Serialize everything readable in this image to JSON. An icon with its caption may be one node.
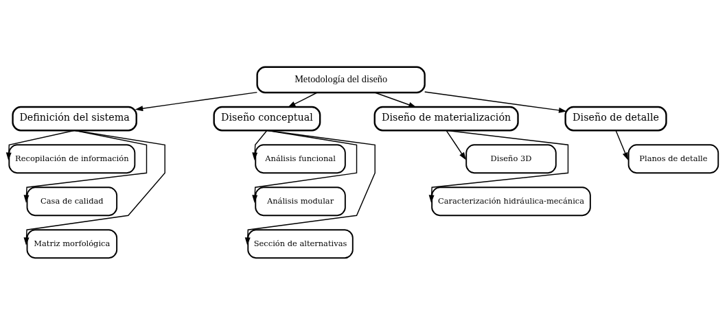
{
  "diagram": {
    "nodes": [
      {
        "text": [
          "Metodología del diseño"
        ]
      },
      {
        "text": [
          "Definición del sistema"
        ]
      },
      {
        "text": [
          "Diseño conceptual"
        ]
      },
      {
        "text": [
          "Diseño de materialización"
        ]
      },
      {
        "text": [
          "Diseño de detalle"
        ]
      },
      {
        "text": [
          "Recopilación de información"
        ]
      },
      {
        "text": [
          "Casa de calidad"
        ]
      },
      {
        "text": [
          "Matriz morfológica"
        ]
      },
      {
        "text": [
          "Análisis funcional"
        ]
      },
      {
        "text": [
          "Análisis modular"
        ]
      },
      {
        "text": [
          "Sección de alternativas"
        ]
      },
      {
        "text": [
          "Diseño 3D"
        ]
      },
      {
        "text": [
          "Caracterización hidráulica-mecánica"
        ]
      },
      {
        "text": [
          "Planos de detalle"
        ]
      }
    ],
    "edges": [
      {
        "from": 0,
        "to": 1,
        "arrow": "to"
      },
      {
        "from": 0,
        "to": 2,
        "arrow": "to"
      },
      {
        "from": 0,
        "to": 3,
        "arrow": "to"
      },
      {
        "from": 0,
        "to": 4,
        "arrow": "to"
      },
      {
        "from": 1,
        "to": 5,
        "arrow": "to"
      },
      {
        "from": 1,
        "to": 6,
        "arrow": "to"
      },
      {
        "from": 1,
        "to": 7,
        "arrow": "to"
      },
      {
        "from": 2,
        "to": 8,
        "arrow": "to"
      },
      {
        "from": 2,
        "to": 9,
        "arrow": "to"
      },
      {
        "from": 2,
        "to": 10,
        "arrow": "to"
      },
      {
        "from": 3,
        "to": 11,
        "arrow": "to"
      },
      {
        "from": 3,
        "to": 12,
        "arrow": "to"
      },
      {
        "from": 4,
        "to": 13,
        "arrow": "to"
      }
    ]
  }
}
